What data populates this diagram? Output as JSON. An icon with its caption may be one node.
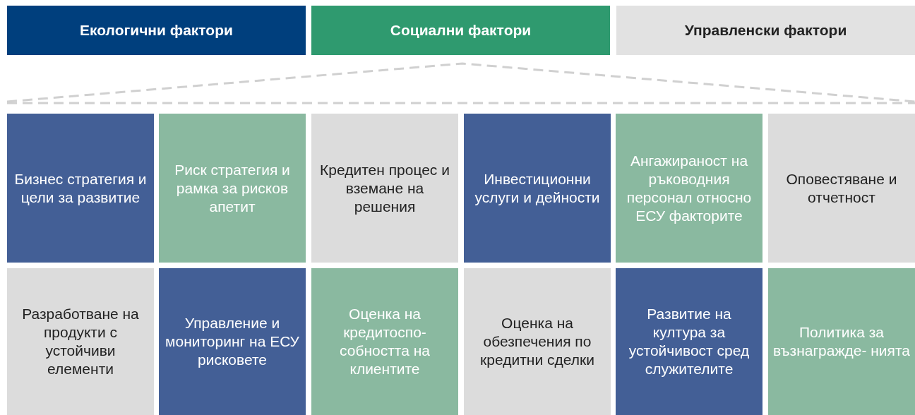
{
  "diagram": {
    "nodes": [
      {
        "text": [
          "Екологични фактори"
        ]
      },
      {
        "text": [
          "Социални фактори"
        ]
      },
      {
        "text": [
          "Управленски фактори"
        ]
      },
      {
        "text": [
          "Бизнес стратегия и цели за развитие"
        ]
      },
      {
        "text": [
          "Риск стратегия и рамка за рисков апетит"
        ]
      },
      {
        "text": [
          "Кредитен процес и вземане на решения"
        ]
      },
      {
        "text": [
          "Инвестиционни услуги и дейности"
        ]
      },
      {
        "text": [
          "Ангажираност на ръководния персонал относно ЕСУ факторите"
        ]
      },
      {
        "text": [
          "Оповестяване и отчетност"
        ]
      },
      {
        "text": [
          "Разработване на продукти с устойчиви елементи"
        ]
      },
      {
        "text": [
          "Управление и мониторинг на ЕСУ рисковете"
        ]
      },
      {
        "text": [
          "Оценка на кредитоспо- собността на клиентите"
        ]
      },
      {
        "text": [
          "Оценка на обезпечения по кредитни сделки"
        ]
      },
      {
        "text": [
          "Развитие на култура за устойчивост сред служителите"
        ]
      },
      {
        "text": [
          "Политика за възнагражде- нията"
        ]
      }
    ],
    "edges": []
  }
}
